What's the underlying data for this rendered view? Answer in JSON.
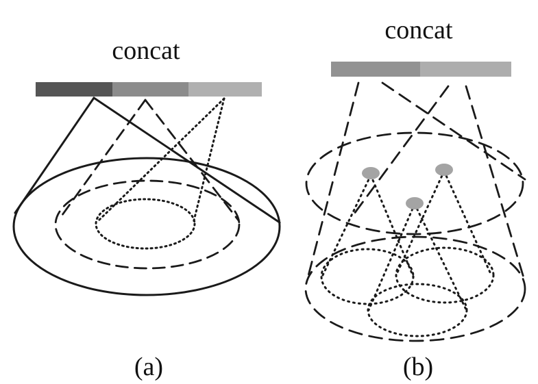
{
  "panel_a": {
    "title": "concat",
    "caption": "(a)",
    "bar_colors": [
      "#555555",
      "#8c8c8c",
      "#b0b0b0"
    ]
  },
  "panel_b": {
    "title": "concat",
    "caption": "(b)",
    "bar_colors": [
      "#929292",
      "#adadad"
    ],
    "node_color": "#a4a4a4"
  },
  "colors": {
    "stroke": "#1a1a1a",
    "background": "#ffffff"
  }
}
